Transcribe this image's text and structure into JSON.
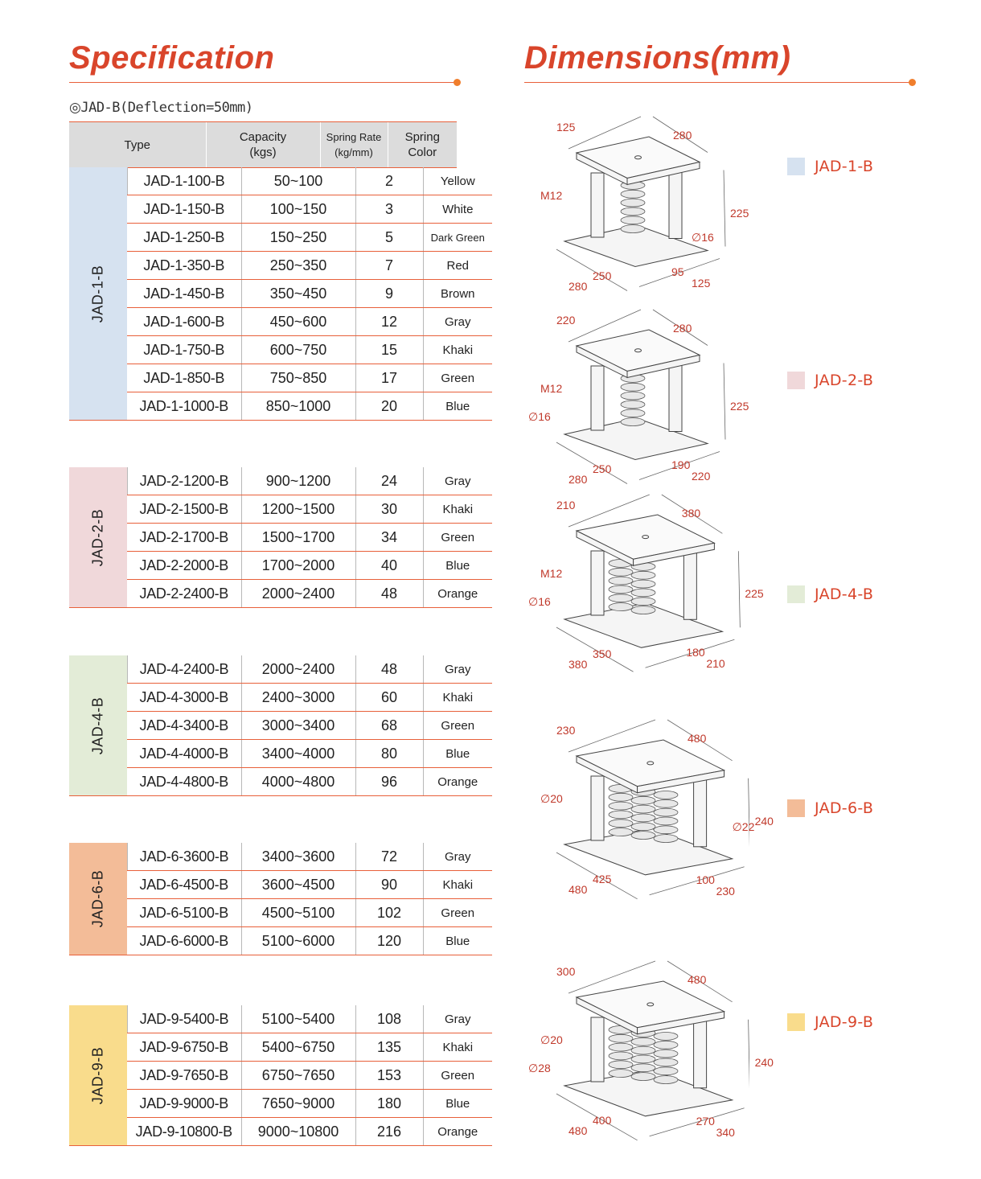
{
  "spec": {
    "heading": "Specification",
    "subtitle_mark": "◎",
    "subtitle": "JAD-B(Deflection=50mm)",
    "columns": {
      "type": "Type",
      "capacity_line1": "Capacity",
      "capacity_line2": "(kgs)",
      "rate_line1": "Spring Rate",
      "rate_line2": "(kg/mm)",
      "color_line1": "Spring",
      "color_line2": "Color"
    },
    "groups": [
      {
        "label": "JAD-1-B",
        "color": "#d6e2f0",
        "rows": [
          {
            "type": "JAD-1-100-B",
            "capacity": "50~100",
            "rate": "2",
            "color": "Yellow"
          },
          {
            "type": "JAD-1-150-B",
            "capacity": "100~150",
            "rate": "3",
            "color": "White"
          },
          {
            "type": "JAD-1-250-B",
            "capacity": "150~250",
            "rate": "5",
            "color": "Dark Green"
          },
          {
            "type": "JAD-1-350-B",
            "capacity": "250~350",
            "rate": "7",
            "color": "Red"
          },
          {
            "type": "JAD-1-450-B",
            "capacity": "350~450",
            "rate": "9",
            "color": "Brown"
          },
          {
            "type": "JAD-1-600-B",
            "capacity": "450~600",
            "rate": "12",
            "color": "Gray"
          },
          {
            "type": "JAD-1-750-B",
            "capacity": "600~750",
            "rate": "15",
            "color": "Khaki"
          },
          {
            "type": "JAD-1-850-B",
            "capacity": "750~850",
            "rate": "17",
            "color": "Green"
          },
          {
            "type": "JAD-1-1000-B",
            "capacity": "850~1000",
            "rate": "20",
            "color": "Blue"
          }
        ]
      },
      {
        "label": "JAD-2-B",
        "color": "#f0d8da",
        "rows": [
          {
            "type": "JAD-2-1200-B",
            "capacity": "900~1200",
            "rate": "24",
            "color": "Gray"
          },
          {
            "type": "JAD-2-1500-B",
            "capacity": "1200~1500",
            "rate": "30",
            "color": "Khaki"
          },
          {
            "type": "JAD-2-1700-B",
            "capacity": "1500~1700",
            "rate": "34",
            "color": "Green"
          },
          {
            "type": "JAD-2-2000-B",
            "capacity": "1700~2000",
            "rate": "40",
            "color": "Blue"
          },
          {
            "type": "JAD-2-2400-B",
            "capacity": "2000~2400",
            "rate": "48",
            "color": "Orange"
          }
        ]
      },
      {
        "label": "JAD-4-B",
        "color": "#e3ecd7",
        "rows": [
          {
            "type": "JAD-4-2400-B",
            "capacity": "2000~2400",
            "rate": "48",
            "color": "Gray"
          },
          {
            "type": "JAD-4-3000-B",
            "capacity": "2400~3000",
            "rate": "60",
            "color": "Khaki"
          },
          {
            "type": "JAD-4-3400-B",
            "capacity": "3000~3400",
            "rate": "68",
            "color": "Green"
          },
          {
            "type": "JAD-4-4000-B",
            "capacity": "3400~4000",
            "rate": "80",
            "color": "Blue"
          },
          {
            "type": "JAD-4-4800-B",
            "capacity": "4000~4800",
            "rate": "96",
            "color": "Orange"
          }
        ]
      },
      {
        "label": "JAD-6-B",
        "color": "#f3bc98",
        "rows": [
          {
            "type": "JAD-6-3600-B",
            "capacity": "3400~3600",
            "rate": "72",
            "color": "Gray"
          },
          {
            "type": "JAD-6-4500-B",
            "capacity": "3600~4500",
            "rate": "90",
            "color": "Khaki"
          },
          {
            "type": "JAD-6-5100-B",
            "capacity": "4500~5100",
            "rate": "102",
            "color": "Green"
          },
          {
            "type": "JAD-6-6000-B",
            "capacity": "5100~6000",
            "rate": "120",
            "color": "Blue"
          }
        ]
      },
      {
        "label": "JAD-9-B",
        "color": "#f9dc8c",
        "rows": [
          {
            "type": "JAD-9-5400-B",
            "capacity": "5100~5400",
            "rate": "108",
            "color": "Gray"
          },
          {
            "type": "JAD-9-6750-B",
            "capacity": "5400~6750",
            "rate": "135",
            "color": "Khaki"
          },
          {
            "type": "JAD-9-7650-B",
            "capacity": "6750~7650",
            "rate": "153",
            "color": "Green"
          },
          {
            "type": "JAD-9-9000-B",
            "capacity": "7650~9000",
            "rate": "180",
            "color": "Blue"
          },
          {
            "type": "JAD-9-10800-B",
            "capacity": "9000~10800",
            "rate": "216",
            "color": "Orange"
          }
        ]
      }
    ]
  },
  "dimensions": {
    "heading": "Dimensions(mm)",
    "models": [
      {
        "label": "JAD-1-B",
        "color": "#d6e2f0",
        "dims": {
          "top_w": "125",
          "top_l": "280",
          "bolt": "M12",
          "hole": "∅16",
          "height": "225",
          "base_l": "250",
          "base_l2": "280",
          "base_w": "95",
          "base_w2": "125"
        }
      },
      {
        "label": "JAD-2-B",
        "color": "#f0d8da",
        "dims": {
          "top_w": "220",
          "top_l": "280",
          "bolt": "M12",
          "hole": "∅16",
          "height": "225",
          "base_l": "250",
          "base_l2": "280",
          "base_w": "190",
          "base_w2": "220"
        }
      },
      {
        "label": "JAD-4-B",
        "color": "#e3ecd7",
        "dims": {
          "top_w": "210",
          "top_l": "380",
          "bolt": "M12",
          "hole": "∅16",
          "height": "225",
          "base_l": "350",
          "base_l2": "380",
          "base_w": "180",
          "base_w2": "210"
        }
      },
      {
        "label": "JAD-6-B",
        "color": "#f3bc98",
        "dims": {
          "top_w": "230",
          "top_l": "480",
          "bolt": "∅20",
          "hole": "∅22",
          "height": "240",
          "base_l": "425",
          "base_l2": "480",
          "base_w": "100",
          "base_w2": "230"
        }
      },
      {
        "label": "JAD-9-B",
        "color": "#f9dc8c",
        "dims": {
          "top_w": "300",
          "top_l": "480",
          "bolt": "∅20",
          "hole": "∅28",
          "height": "240",
          "base_l": "400",
          "base_l2": "480",
          "base_w": "270",
          "base_w2": "340"
        }
      }
    ]
  }
}
